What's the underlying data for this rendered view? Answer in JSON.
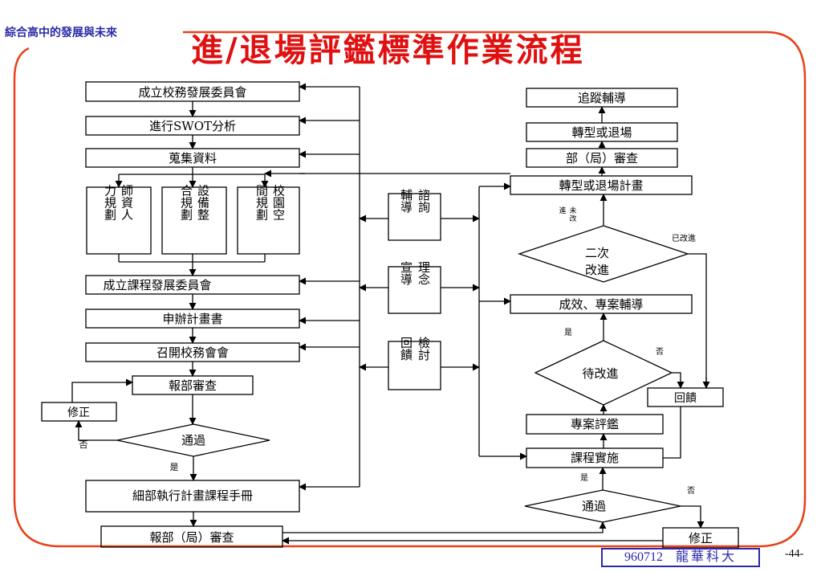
{
  "header": {
    "tagline": "綜合高中的發展與未來",
    "title": "進/退場評鑑標準作業流程"
  },
  "footer": {
    "code": "960712",
    "school": "龍華科大",
    "page": "-44-"
  },
  "diagram": {
    "left_steps": {
      "committee": "成立校務發展委員會",
      "swot": "進行SWOT分析",
      "collect": "蒐集資料",
      "hr_col_1": "力規劃",
      "hr_col_2": "師資人",
      "equip_col_1": "合規劃",
      "equip_col_2": "設備整",
      "space_col_1": "間規劃",
      "space_col_2": "校園空",
      "curriculum": "成立課程發展委員會",
      "apply_plan": "申辦計畫書",
      "meeting": "召開校務會會",
      "submit": "報部審查",
      "revise": "修正",
      "pass": "通過",
      "no": "否",
      "yes": "是",
      "manual": "細部執行計畫課程手冊",
      "submit_final": "報部（局）審查"
    },
    "mid_steps": {
      "consult_1": "輔導",
      "consult_2": "諮詢",
      "promote_1": "宣導",
      "promote_2": "理念",
      "review_1": "回饋",
      "review_2": "檢討"
    },
    "right_steps": {
      "track": "追蹤輔導",
      "transform": "轉型或退場",
      "ministry": "部（局）審查",
      "exit_plan": "轉型或退場計畫",
      "not_improved_1": "進",
      "not_improved_2": "未",
      "not_improved_3": "改",
      "improved": "已改進",
      "second_1": "二次",
      "second_2": "改進",
      "outcome": "成效、專案輔導",
      "yes": "是",
      "no": "否",
      "pending": "待改進",
      "feedback": "回饋",
      "evaluation": "專案評鑑",
      "implement": "課程實施",
      "pass": "通過",
      "revise": "修正"
    }
  }
}
